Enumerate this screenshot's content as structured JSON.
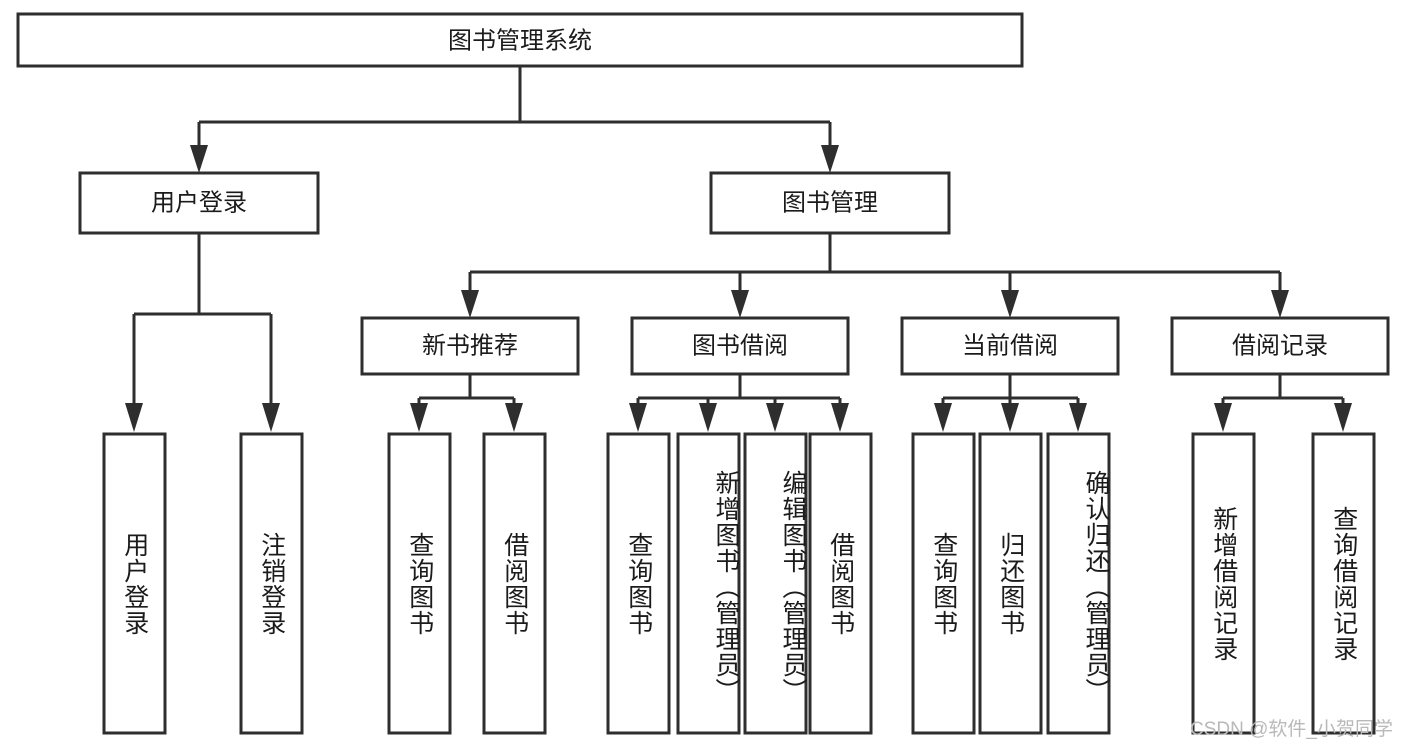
{
  "diagram": {
    "title": "图书管理系统",
    "type": "hierarchy-tree",
    "watermark": "CSDN @软件_小贺同学",
    "colors": {
      "stroke": "#2e2e2e",
      "fill": "#ffffff",
      "text": "#1b1b1b",
      "watermark": "#b9b9b9"
    },
    "levels": {
      "root": {
        "label": "图书管理系统"
      },
      "level2": [
        {
          "label": "用户登录"
        },
        {
          "label": "图书管理"
        }
      ],
      "level3": [
        {
          "label": "新书推荐"
        },
        {
          "label": "图书借阅"
        },
        {
          "label": "当前借阅"
        },
        {
          "label": "借阅记录"
        }
      ],
      "leaves": [
        {
          "label": "用户登录",
          "parent": "用户登录"
        },
        {
          "label": "注销登录",
          "parent": "用户登录"
        },
        {
          "label": "查询图书",
          "parent": "新书推荐"
        },
        {
          "label": "借阅图书",
          "parent": "新书推荐"
        },
        {
          "label": "查询图书",
          "parent": "图书借阅"
        },
        {
          "label": "新增图书（管理员）",
          "parent": "图书借阅"
        },
        {
          "label": "编辑图书（管理员）",
          "parent": "图书借阅"
        },
        {
          "label": "借阅图书",
          "parent": "图书借阅"
        },
        {
          "label": "查询图书",
          "parent": "当前借阅"
        },
        {
          "label": "归还图书",
          "parent": "当前借阅"
        },
        {
          "label": "确认归还（管理员）",
          "parent": "当前借阅"
        },
        {
          "label": "新增借阅记录",
          "parent": "借阅记录"
        },
        {
          "label": "查询借阅记录",
          "parent": "借阅记录"
        }
      ]
    }
  }
}
